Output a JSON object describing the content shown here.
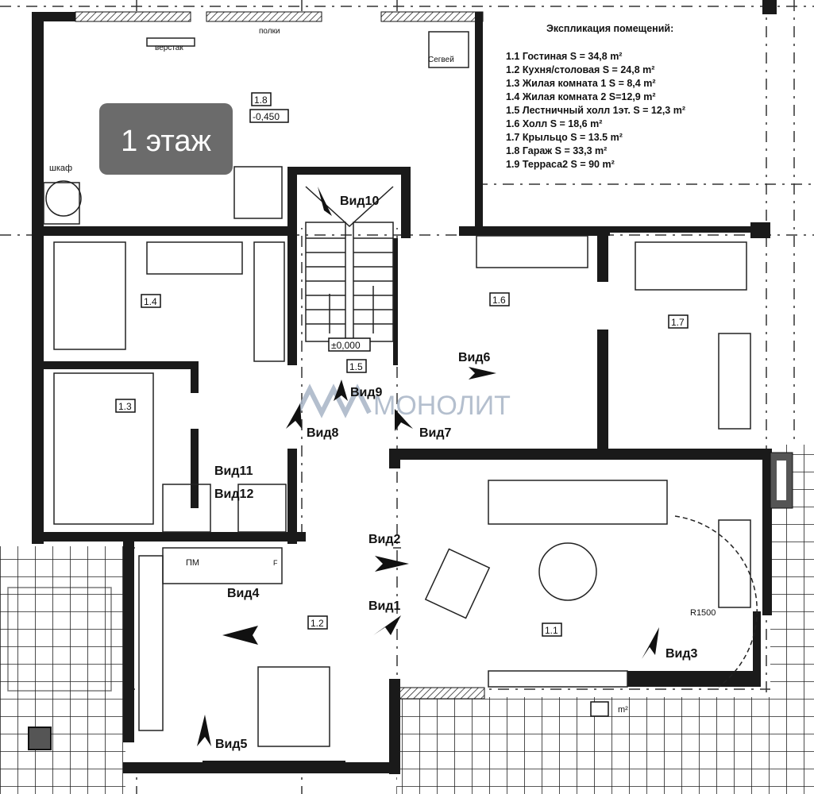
{
  "floor_badge": "1 этаж",
  "watermark": "МОНОЛИТ",
  "legend": {
    "title": "Экспликация помещений:",
    "items": [
      "1.1 Гостиная S = 34,8 m²",
      "1.2 Кухня/столовая S = 24,8 m²",
      "1.3 Жилая комната 1   S = 8,4 m²",
      "1.4 Жилая комната 2  S=12,9 m²",
      "1.5 Лестничный холл 1эт. S = 12,3 m²",
      "1.6  Холл S = 18,6 m²",
      "1.7 Крыльцо S = 13.5 m²",
      "1.8 Гараж S = 33,3 m²",
      "1.9 Терраса2 S = 90 m²"
    ]
  },
  "rooms": {
    "r18": "1.8",
    "level18": "-0,450",
    "r14": "1.4",
    "r13": "1.3",
    "r16": "1.6",
    "r17": "1.7",
    "r15": "1.5",
    "level15": "±0,000",
    "r12": "1.2",
    "r11": "1.1"
  },
  "furniture": {
    "workbench": "верстак",
    "shelves": "полки",
    "segway": "Сегвей",
    "wardrobe": "шкаф",
    "dishwasher": "ПМ",
    "fridge": "F",
    "radius": "R1500",
    "terrace_area": "m²"
  },
  "views": {
    "v1": "Вид1",
    "v2": "Вид2",
    "v3": "Вид3",
    "v4": "Вид4",
    "v5": "Вид5",
    "v6": "Вид6",
    "v7": "Вид7",
    "v8": "Вид8",
    "v9": "Вид9",
    "v10": "Вид10",
    "v11": "Вид11",
    "v12": "Вид12"
  },
  "colors": {
    "badge": "#6b6b6b",
    "watermark": "#a7b4c6",
    "wall": "#1a1a1a"
  }
}
